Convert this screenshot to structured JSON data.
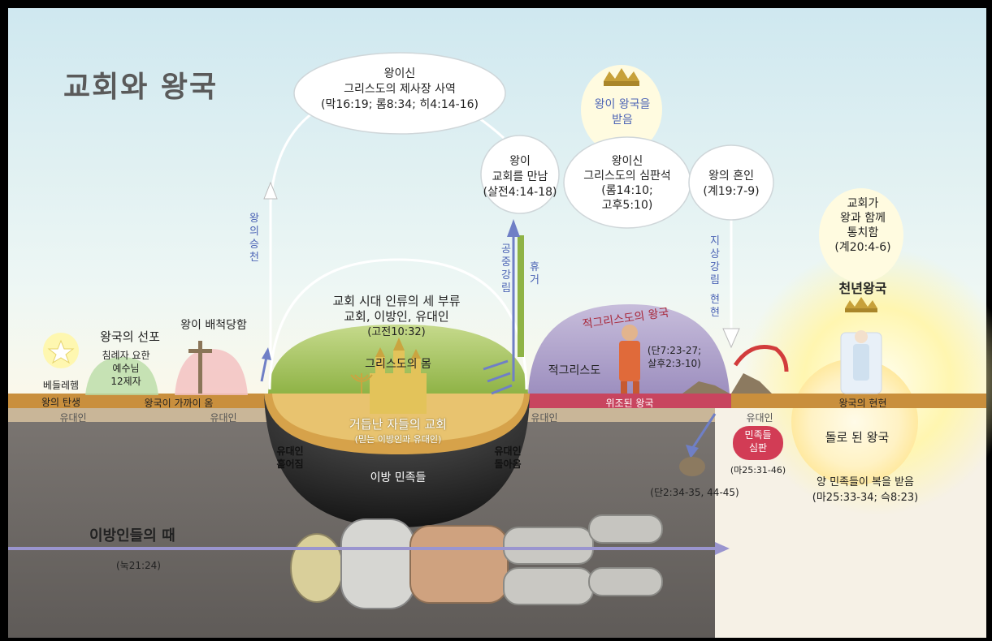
{
  "title": "교회와 왕국",
  "bubbles": {
    "priest": {
      "l1": "왕이신",
      "l2": "그리스도의 제사장 사역",
      "l3": "(막16:19; 롬8:34; 히4:14-16)"
    },
    "receives": {
      "l1": "왕이 왕국을",
      "l2": "받음"
    },
    "meets": {
      "l1": "왕이",
      "l2": "교회를 만남",
      "l3": "(살전4:14-18)"
    },
    "judgment": {
      "l1": "왕이신",
      "l2": "그리스도의 심판석",
      "l3": "(롬14:10;",
      "l4": "고후5:10)"
    },
    "marriage": {
      "l1": "왕의 혼인",
      "l2": "(계19:7-9)"
    },
    "reign": {
      "l1": "교회가",
      "l2": "왕과 함께",
      "l3": "통치함",
      "l4": "(계20:4-6)"
    }
  },
  "vertical": {
    "ascension": "왕의승천",
    "rapture_air": "공중강림",
    "rapture": "휴거",
    "descent": "지상강림",
    "manifest": "현현"
  },
  "labels": {
    "bethlehem": "베들레헴",
    "birth": "왕의 탄생",
    "proclaim": "왕국의 선포",
    "proclaimers": [
      "침례자 요한",
      "예수님",
      "12제자"
    ],
    "rejected": "왕이 배척당함",
    "near": "왕국이 가까이 옴",
    "three_groups": {
      "l1": "교회 시대 인류의 세 부류",
      "l2": "교회, 이방인, 유대인",
      "l3": "(고전10:32)"
    },
    "body": "그리스도의 몸",
    "church": "거듭난 자들의 교회",
    "church_sub": "(믿는 이방인과 유대인)",
    "nations": "이방 민족들",
    "scattered": [
      "유대인",
      "흩어짐"
    ],
    "returned": [
      "유대인",
      "돌아옴"
    ],
    "antichrist_kingdom": "적그리스도의 왕국",
    "antichrist": "적그리스도",
    "dan7": [
      "(단7:23-27;",
      "살후2:3-10)"
    ],
    "false_kingdom": "위조된 왕국",
    "judge_nations": [
      "민족들",
      "심판"
    ],
    "judge_ref": "(마25:31-46)",
    "stone_ref": "(단2:34-35, 44-45)",
    "millennium": "천년왕국",
    "manifestation": "왕국의 현현",
    "stone_kingdom": "돌로 된 왕국",
    "sheep": "양 민족들이 복을 받음",
    "sheep_ref": "(마25:33-34; 슥8:23)",
    "jews": "유대인",
    "gentile_times": "이방인들의 때",
    "gentile_ref": "(눅21:24)"
  },
  "colors": {
    "sky": "#d3eaf1",
    "ground": "#6e6a66",
    "band": "#c98f3d",
    "green": "#9cbd57",
    "purple": "#a79ac4",
    "arrow_blue": "#6f7fc6",
    "red_badge": "#d23c55",
    "timeline": "#9a95cf"
  }
}
